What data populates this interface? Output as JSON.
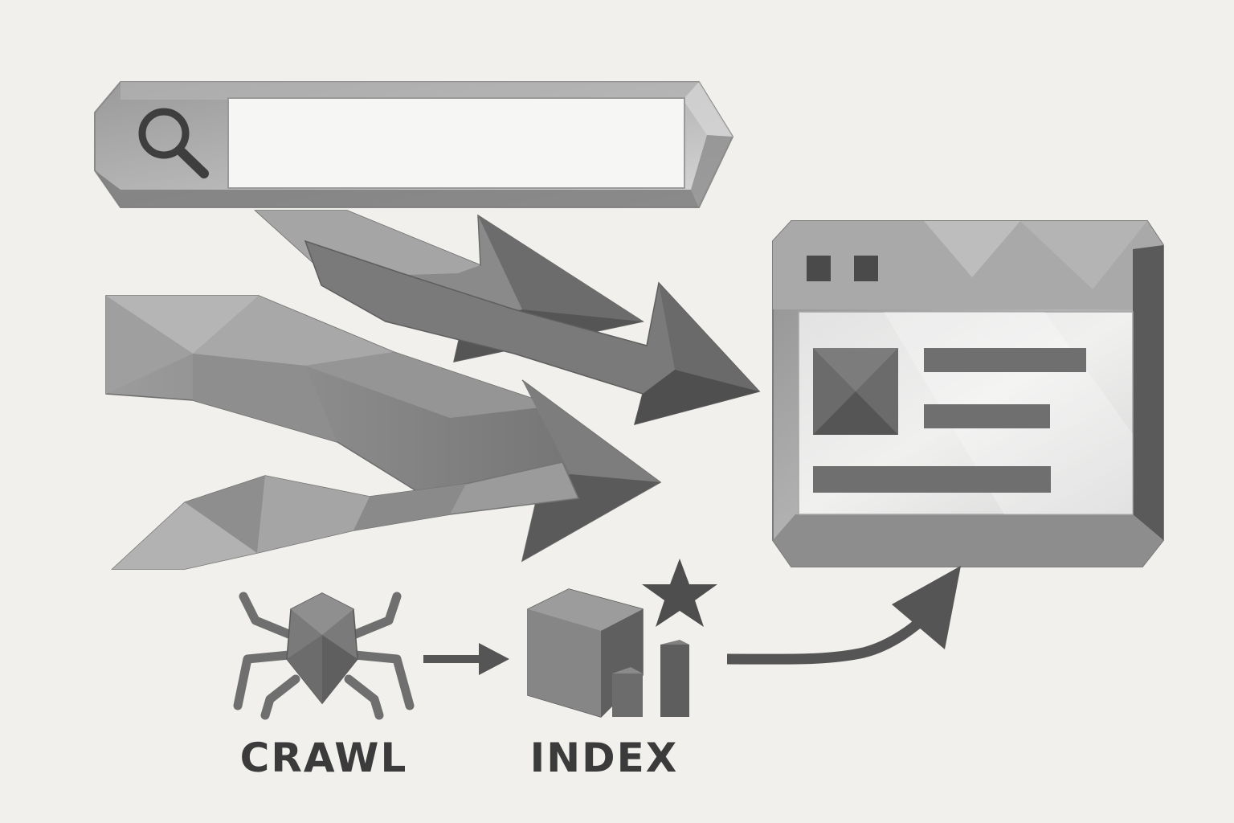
{
  "search": {
    "query": "",
    "icon": "search-icon"
  },
  "steps": [
    {
      "id": "crawl",
      "label": "CRAWL",
      "icon": "spider-icon"
    },
    {
      "id": "index",
      "label": "INDEX",
      "icon": "index-cube-icon"
    }
  ],
  "result_page": {
    "icon": "browser-window-icon"
  },
  "colors": {
    "background": "#f1f0ec",
    "dark": "#4d4d4d",
    "mid": "#8a8a8a",
    "light": "#c8c8c8",
    "caption": "#3b3b3b"
  }
}
